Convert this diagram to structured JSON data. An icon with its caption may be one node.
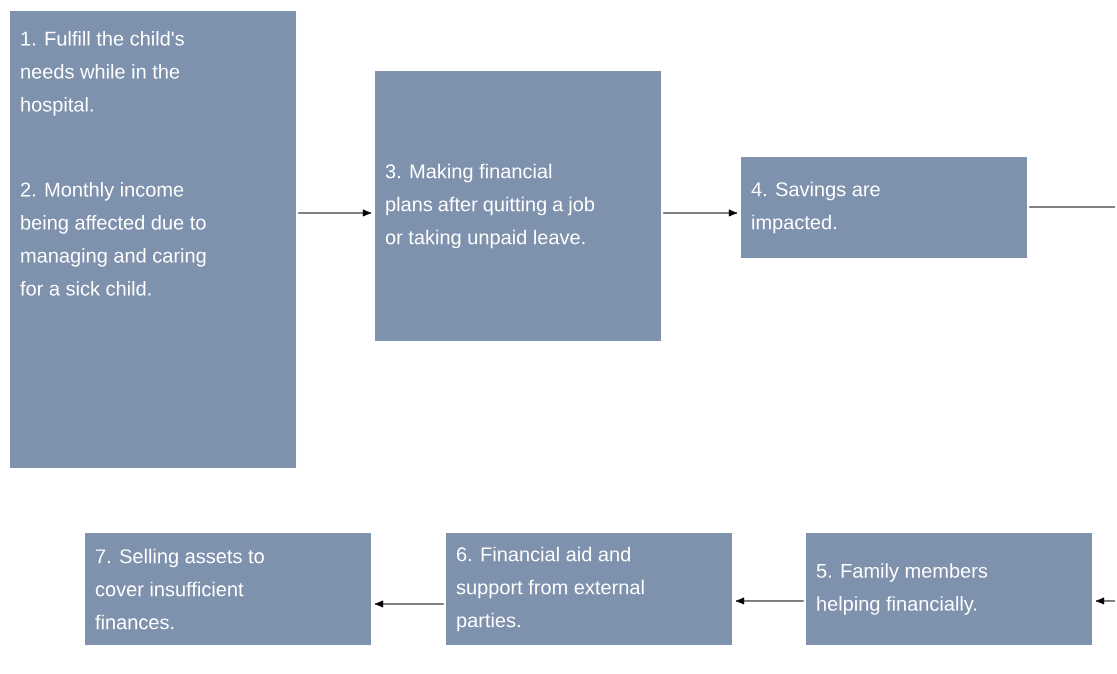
{
  "diagram": {
    "nodes": [
      {
        "text": [
          "1. Fulfill the child's needs while in the hospital.",
          "2. Monthly income being affected due to managing and caring for a sick child."
        ]
      },
      {
        "text": [
          "3. Making financial plans after quitting a job or taking unpaid leave."
        ]
      },
      {
        "text": [
          "4. Savings are impacted."
        ]
      },
      {
        "text": [
          "5. Family members helping financially."
        ]
      },
      {
        "text": [
          "6. Financial aid and support from external parties."
        ]
      },
      {
        "text": [
          "7. Selling assets to cover insufficient finances."
        ]
      }
    ],
    "edges": [
      {
        "from": 0,
        "to": 1,
        "arrow": "to"
      },
      {
        "from": 1,
        "to": 2,
        "arrow": "to"
      },
      {
        "from": 2,
        "to": null,
        "arrow": "none"
      },
      {
        "from": null,
        "to": 3,
        "arrow": "to"
      },
      {
        "from": 3,
        "to": 4,
        "arrow": "to"
      },
      {
        "from": 4,
        "to": 5,
        "arrow": "to"
      }
    ]
  }
}
